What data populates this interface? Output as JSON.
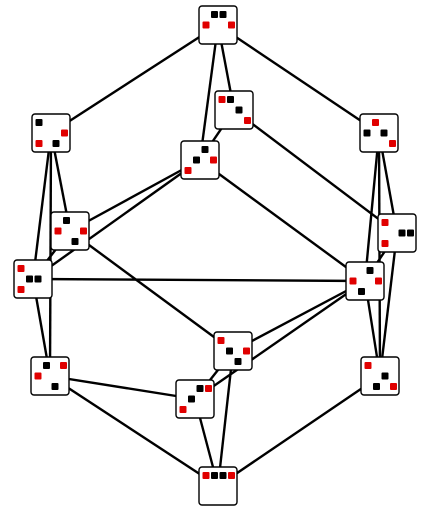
{
  "colors": {
    "background": "#ffffff",
    "edge": "#000000",
    "node_fill": "#ffffff",
    "node_border": "#000000",
    "black_square": "#000000",
    "red_square": "#e00000"
  },
  "nodes": [
    {
      "id": "top",
      "squares": [
        [
          1,
          0,
          "b"
        ],
        [
          2,
          0,
          "b"
        ],
        [
          0,
          1,
          "r"
        ],
        [
          3,
          1,
          "r"
        ]
      ]
    },
    {
      "id": "top-inner",
      "squares": [
        [
          1,
          0,
          "b"
        ],
        [
          2,
          1,
          "b"
        ],
        [
          3,
          2,
          "r"
        ],
        [
          0,
          0,
          "r"
        ]
      ]
    },
    {
      "id": "left-upper",
      "squares": [
        [
          0,
          0,
          "b"
        ],
        [
          3,
          1,
          "r"
        ],
        [
          2,
          2,
          "b"
        ],
        [
          0,
          2,
          "r"
        ]
      ]
    },
    {
      "id": "center-top",
      "squares": [
        [
          2,
          0,
          "b"
        ],
        [
          1,
          1,
          "b"
        ],
        [
          3,
          1,
          "r"
        ],
        [
          0,
          2,
          "r"
        ]
      ]
    },
    {
      "id": "right-upper",
      "squares": [
        [
          1,
          0,
          "r"
        ],
        [
          0,
          1,
          "b"
        ],
        [
          2,
          1,
          "b"
        ],
        [
          3,
          2,
          "r"
        ]
      ]
    },
    {
      "id": "left-mid",
      "squares": [
        [
          1,
          0,
          "b"
        ],
        [
          0,
          1,
          "r"
        ],
        [
          3,
          1,
          "r"
        ],
        [
          2,
          2,
          "b"
        ]
      ]
    },
    {
      "id": "right-mid",
      "squares": [
        [
          0,
          0,
          "r"
        ],
        [
          2,
          1,
          "b"
        ],
        [
          3,
          1,
          "b"
        ],
        [
          0,
          2,
          "r"
        ]
      ]
    },
    {
      "id": "left-side",
      "squares": [
        [
          0,
          0,
          "r"
        ],
        [
          1,
          1,
          "b"
        ],
        [
          2,
          1,
          "b"
        ],
        [
          0,
          2,
          "r"
        ]
      ]
    },
    {
      "id": "right-inner",
      "squares": [
        [
          2,
          0,
          "b"
        ],
        [
          0,
          1,
          "r"
        ],
        [
          3,
          1,
          "r"
        ],
        [
          1,
          2,
          "b"
        ]
      ]
    },
    {
      "id": "center-low",
      "squares": [
        [
          0,
          0,
          "r"
        ],
        [
          3,
          1,
          "r"
        ],
        [
          1,
          1,
          "b"
        ],
        [
          2,
          2,
          "b"
        ]
      ]
    },
    {
      "id": "left-lower",
      "squares": [
        [
          3,
          0,
          "r"
        ],
        [
          0,
          1,
          "r"
        ],
        [
          2,
          2,
          "b"
        ],
        [
          1,
          0,
          "b"
        ]
      ]
    },
    {
      "id": "bottom-inner",
      "squares": [
        [
          2,
          0,
          "b"
        ],
        [
          1,
          1,
          "b"
        ],
        [
          0,
          2,
          "r"
        ],
        [
          3,
          0,
          "r"
        ]
      ]
    },
    {
      "id": "right-lower",
      "squares": [
        [
          0,
          0,
          "r"
        ],
        [
          2,
          1,
          "b"
        ],
        [
          1,
          2,
          "b"
        ],
        [
          3,
          2,
          "r"
        ]
      ]
    },
    {
      "id": "bottom",
      "squares": [
        [
          1,
          0,
          "b"
        ],
        [
          2,
          0,
          "b"
        ],
        [
          0,
          0,
          "r"
        ],
        [
          3,
          0,
          "r"
        ]
      ]
    }
  ],
  "edges": [
    [
      "top",
      "left-upper"
    ],
    [
      "top",
      "right-upper"
    ],
    [
      "top",
      "top-inner"
    ],
    [
      "top",
      "center-top"
    ],
    [
      "top-inner",
      "right-mid"
    ],
    [
      "left-upper",
      "left-mid"
    ],
    [
      "left-upper",
      "left-lower"
    ],
    [
      "center-top",
      "left-mid"
    ],
    [
      "center-top",
      "right-inner"
    ],
    [
      "right-upper",
      "right-mid"
    ],
    [
      "right-upper",
      "right-lower"
    ],
    [
      "left-mid",
      "left-side"
    ],
    [
      "left-mid",
      "center-low"
    ],
    [
      "right-mid",
      "right-inner"
    ],
    [
      "left-side",
      "left-lower"
    ],
    [
      "left-side",
      "right-inner"
    ],
    [
      "right-inner",
      "bottom-inner"
    ],
    [
      "right-inner",
      "center-low"
    ],
    [
      "left-upper",
      "left-side"
    ],
    [
      "right-upper",
      "right-inner"
    ],
    [
      "center-low",
      "bottom"
    ],
    [
      "left-lower",
      "bottom"
    ],
    [
      "bottom-inner",
      "bottom"
    ],
    [
      "right-lower",
      "bottom"
    ],
    [
      "center-low",
      "bottom-inner"
    ],
    [
      "right-mid",
      "right-lower"
    ],
    [
      "left-side",
      "center-top"
    ],
    [
      "right-lower",
      "right-inner"
    ],
    [
      "left-lower",
      "bottom-inner"
    ],
    [
      "top-inner",
      "center-top"
    ]
  ]
}
